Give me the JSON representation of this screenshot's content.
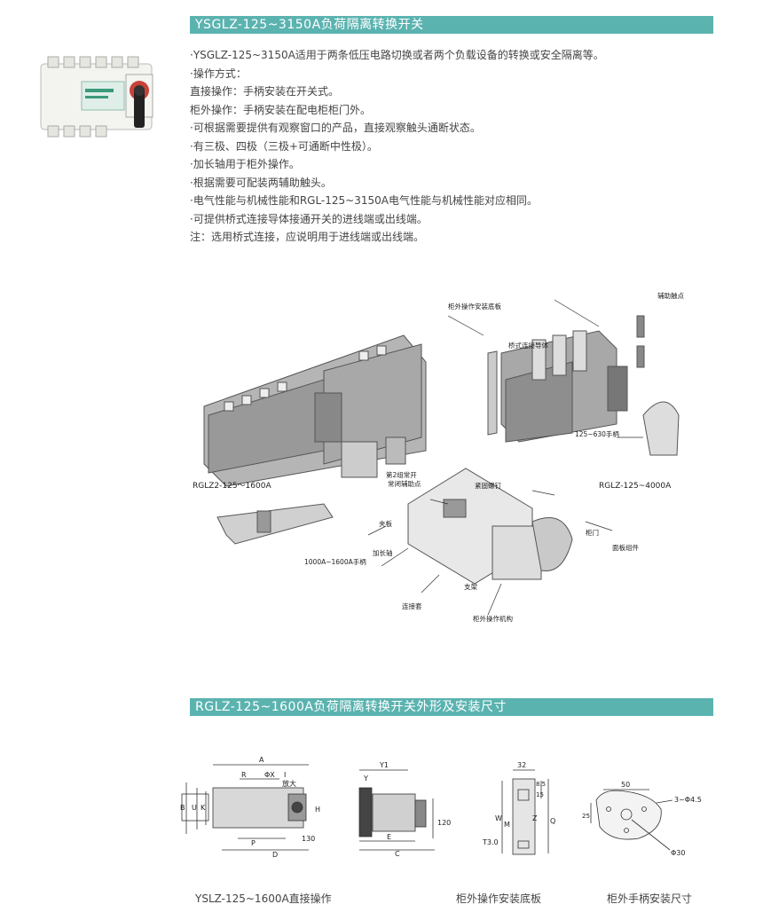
{
  "section1": {
    "title": "YSGLZ-125~3150A负荷隔离转换开关",
    "lines": [
      "·YSGLZ-125~3150A适用于两条低压电路切换或者两个负载设备的转换或安全隔离等。",
      "·操作方式：",
      "直接操作：手柄安装在开关式。",
      "柜外操作：手柄安装在配电柜柜门外。",
      "·可根据需要提供有观察窗口的产品，直接观察触头通断状态。",
      "·有三极、四极（三极+可通断中性极）。",
      "·加长轴用于柜外操作。",
      "·根据需要可配装两辅助触头。",
      "·电气性能与机械性能和RGL-125~3150A电气性能与机械性能对应相同。",
      "·可提供桥式连接导体接通开关的进线端或出线端。",
      "注：选用桥式连接，应说明用于进线端或出线端。"
    ]
  },
  "diagram": {
    "labels": {
      "mount_plate": "柜外操作安装底板",
      "aux_contact": "辅助触点",
      "bridge": "桥式连接导体",
      "handle_630": "125~630手柄",
      "model_left": "RGLZ2-125～1600A",
      "model_right": "RGLZ-125~4000A",
      "aux_2nd": "第2组常开",
      "aux_2nd_b": "常闭辅助点",
      "screw": "紧固螺钉",
      "clamp": "夹板",
      "door": "柜门",
      "panel_assy": "面板组件",
      "ext_shaft": "加长轴",
      "bracket": "支架",
      "sleeve": "连接套",
      "handle_1600": "1000A~1600A手柄",
      "ext_mech": "柜外操作机构"
    }
  },
  "section2": {
    "title": "RGLZ-125~1600A负荷隔离转换开关外形及安装尺寸",
    "dim_labels": {
      "A": "A",
      "R": "R",
      "phiX": "ΦX",
      "I": "I",
      "zoom": "放大",
      "B": "B",
      "U": "U",
      "K": "K",
      "P": "P",
      "D": "D",
      "H": "H",
      "d130": "130",
      "Y1": "Y1",
      "Y": "Y",
      "E": "E",
      "C": "C",
      "d120": "120",
      "d32": "32",
      "d85": "8.5",
      "d15": "15",
      "W": "W",
      "M": "M",
      "Z": "Z",
      "Q": "Q",
      "T3": "T3.0",
      "d50": "50",
      "hole": "3~Φ4.5",
      "d25": "25",
      "phi30": "Φ30"
    },
    "captions": [
      "YSLZ-125~1600A直接操作",
      "柜外操作安装底板",
      "柜外手柄安装尺寸"
    ]
  }
}
